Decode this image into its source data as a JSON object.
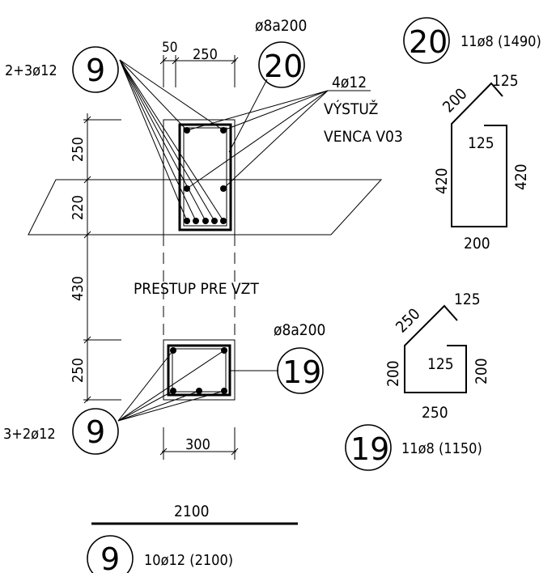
{
  "markers": {
    "m9_top": "9",
    "m20_top": "20",
    "m20_schedule": "20",
    "m19_mid": "19",
    "m9_bottom": "9",
    "m19_schedule": "19",
    "m9_schedule": "9"
  },
  "labels": {
    "bars_top": "2+3ø12",
    "stirrup_top": "ø8a200",
    "extra_bars": "4ø12",
    "ring_beam_line1": "VÝSTUŽ",
    "ring_beam_line2": "VENCA V03",
    "opening_note": "PRESTUP PRE VZT",
    "stirrup_bottom": "ø8a200",
    "bars_bottom": "3+2ø12"
  },
  "dimensions": {
    "top_width_a": "50",
    "top_width_b": "250",
    "h_250_top": "250",
    "h_220": "220",
    "h_430": "430",
    "h_250_bottom": "250",
    "bottom_width": "300",
    "bar_length": "2100"
  },
  "shape20": {
    "schedule_text": "11ø8 (1490)",
    "hook_long": "125",
    "hook_diag": "200",
    "hook_inner": "125",
    "side_left": "420",
    "side_right": "420",
    "base": "200"
  },
  "shape19": {
    "schedule_text": "11ø8 (1150)",
    "hook_long": "125",
    "hook_diag": "250",
    "hook_inner": "125",
    "side_left": "200",
    "side_right": "200",
    "base": "250"
  },
  "shape9": {
    "schedule_text": "10ø12 (2100)"
  }
}
